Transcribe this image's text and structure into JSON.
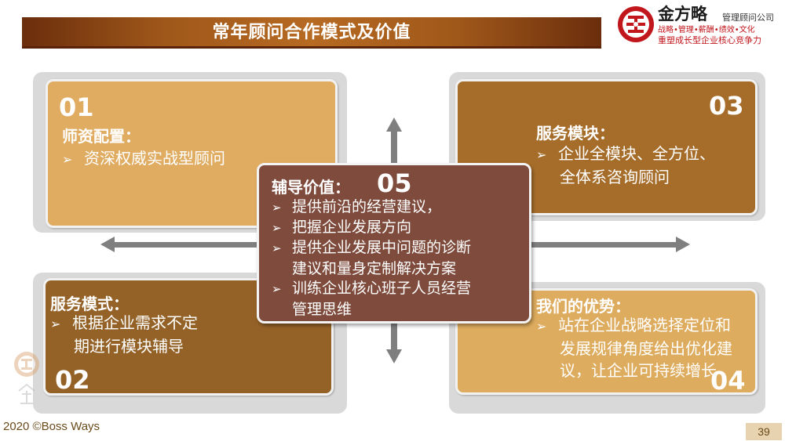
{
  "header": {
    "title": "常年顾问合作模式及价值"
  },
  "logo": {
    "brand": "金方略",
    "company": "管理顾问公司",
    "tagline": "战略•管理•薪酬•绩效•文化",
    "slogan": "重塑成长型企业核心竞争力"
  },
  "cards": {
    "c01": {
      "number": "01",
      "heading": "师资配置：",
      "bullets": [
        "资深权威实战型顾问"
      ]
    },
    "c03": {
      "number": "03",
      "heading": "服务模块：",
      "bullets": [
        "企业全模块、全方位、全体系咨询顾问"
      ],
      "lines": [
        "企业全模块、全方位、",
        "全体系咨询顾问"
      ]
    },
    "c02": {
      "number": "02",
      "heading": "服务模式：",
      "lines": [
        "根据企业需求不定",
        "期进行模块辅导"
      ]
    },
    "c04": {
      "number": "04",
      "heading": "我们的优势：",
      "lines": [
        "站在企业战略选择定位和",
        "发展规律角度给出优化建",
        "议，让企业可持续增长"
      ]
    },
    "c05": {
      "number": "05",
      "heading": "辅导价值：",
      "b1": "提供前沿的经营建议，",
      "b2": "把握企业发展方向",
      "b3a": "提供企业发展中问题的诊断",
      "b3b": "建议和量身定制解决方案",
      "b4a": "训练企业核心班子人员经营",
      "b4b": "管理思维"
    }
  },
  "bullet_glyph": "➢",
  "footer": {
    "copyright": "2020 ©Boss Ways",
    "page": "39"
  },
  "colors": {
    "title_bar": "#a0581a",
    "card_light": "#e0ac62",
    "card_dark": "#946126",
    "center": "#7e4b3c",
    "arrow": "#7f7f7f",
    "logo_red": "#c0161c"
  }
}
